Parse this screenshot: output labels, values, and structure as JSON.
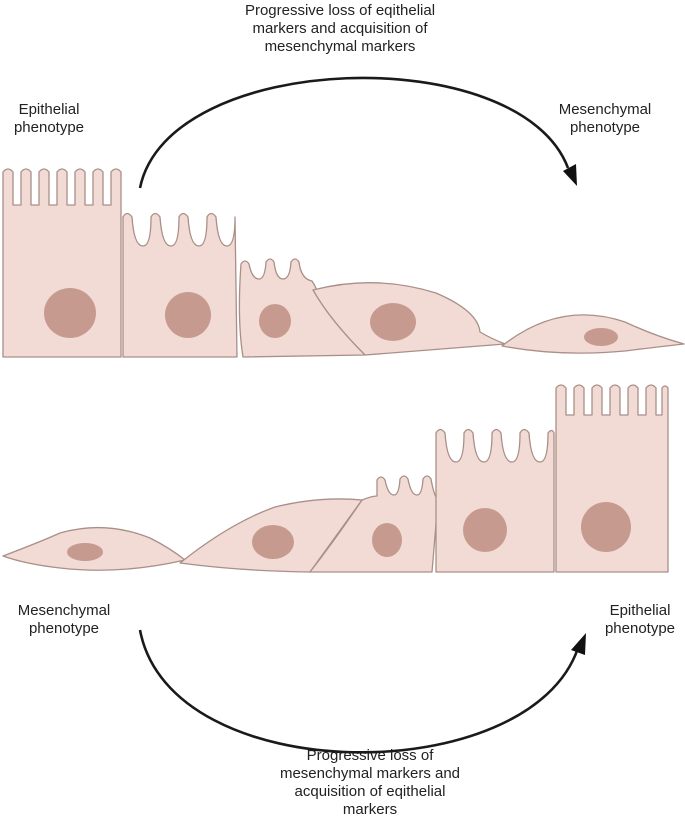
{
  "top": {
    "process_label": [
      "Progressive loss of eqithelial",
      "markers and acquisition of",
      "mesenchymal markers"
    ],
    "start_label": [
      "Epithelial",
      "phenotype"
    ],
    "end_label": [
      "Mesenchymal",
      "phenotype"
    ]
  },
  "bottom": {
    "start_label": [
      "Mesenchymal",
      "phenotype"
    ],
    "end_label": [
      "Epithelial",
      "phenotype"
    ],
    "process_label": [
      "Progressive loss of",
      "mesenchymal markers and",
      "acquisition of eqithelial",
      "markers"
    ]
  }
}
